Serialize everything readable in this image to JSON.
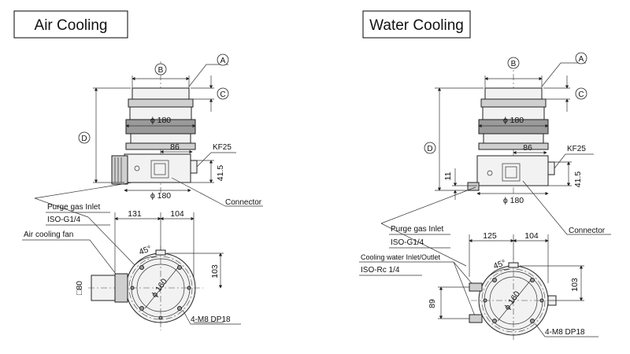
{
  "air": {
    "title": "Air Cooling",
    "labels": {
      "a": "A",
      "b": "B",
      "c": "C",
      "d": "D",
      "phi180_top": "ϕ 180",
      "dim86": "86",
      "kf25": "KF25",
      "dim41_5": "41.5",
      "phi180_bottom": "ϕ 180",
      "connector": "Connector",
      "purge_gas_inlet": "Purge gas Inlet",
      "iso_g14": "ISO-G1/4",
      "air_cooling_fan": "Air cooling fan",
      "dim131": "131",
      "dim104": "104",
      "angle45": "45°",
      "phi160": "ϕ 160",
      "dim103": "103",
      "sq80": "□80",
      "bolt_spec": "4-M8 DP18"
    }
  },
  "water": {
    "title": "Water Cooling",
    "labels": {
      "a": "A",
      "b": "B",
      "c": "C",
      "d": "D",
      "phi180_top": "ϕ 180",
      "dim86": "86",
      "kf25": "KF25",
      "dim11": "11",
      "dim41_5": "41.5",
      "phi180_bottom": "ϕ 180",
      "connector": "Connector",
      "purge_gas_inlet": "Purge gas Inlet",
      "iso_g14": "ISO-G1/4",
      "dim125": "125",
      "dim104": "104",
      "cooling_water": "Cooling water Inlet/Outlet",
      "iso_rc14": "ISO-Rc 1/4",
      "angle45": "45°",
      "phi160": "ϕ 160",
      "dim103": "103",
      "dim89": "89",
      "bolt_spec": "4-M8 DP18"
    }
  },
  "colors": {
    "ink": "#222222",
    "part_fill": "#f2f2f2",
    "dark_fill": "#9a9a9a"
  }
}
